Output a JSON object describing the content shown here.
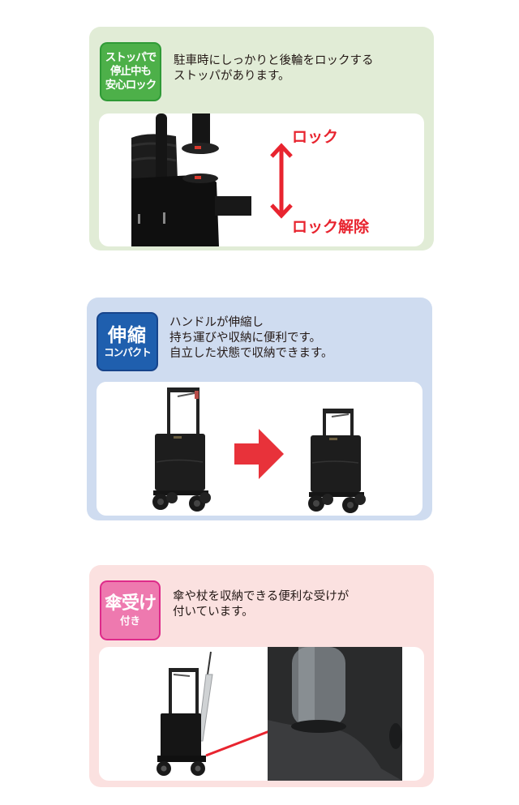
{
  "sections": [
    {
      "id": "stopper",
      "badge": {
        "lines": [
          "ストッパで",
          "停止中も",
          "安心ロック"
        ],
        "color": "#4db049"
      },
      "description": [
        "駐車時にしっかりと後輪をロックする",
        "ストッパがあります。"
      ],
      "panel_color": "#e1ecd6",
      "image": {
        "alt": "stopper-closeup-photo",
        "labels": {
          "lock": "ロック",
          "unlock": "ロック解除"
        },
        "arrow_color": "#e8242f"
      }
    },
    {
      "id": "compact",
      "badge": {
        "big": "伸縮",
        "small": "コンパクト",
        "color": "#1f5fae"
      },
      "description": [
        "ハンドルが伸縮し",
        "持ち運びや収納に便利です。",
        "自立した状態で収納できます。"
      ],
      "panel_color": "#cfdcf0",
      "image": {
        "alt": "handle-extended-to-retracted",
        "arrow_color": "#e8323a"
      }
    },
    {
      "id": "umbrella",
      "badge": {
        "big": "傘受け",
        "small": "付き",
        "color": "#ee79af"
      },
      "description": [
        "傘や杖を収納できる便利な受けが",
        "付いています。"
      ],
      "panel_color": "#fbe1e0",
      "image": {
        "alt": "umbrella-holder-photo",
        "connector_color": "#e8242f"
      }
    }
  ]
}
